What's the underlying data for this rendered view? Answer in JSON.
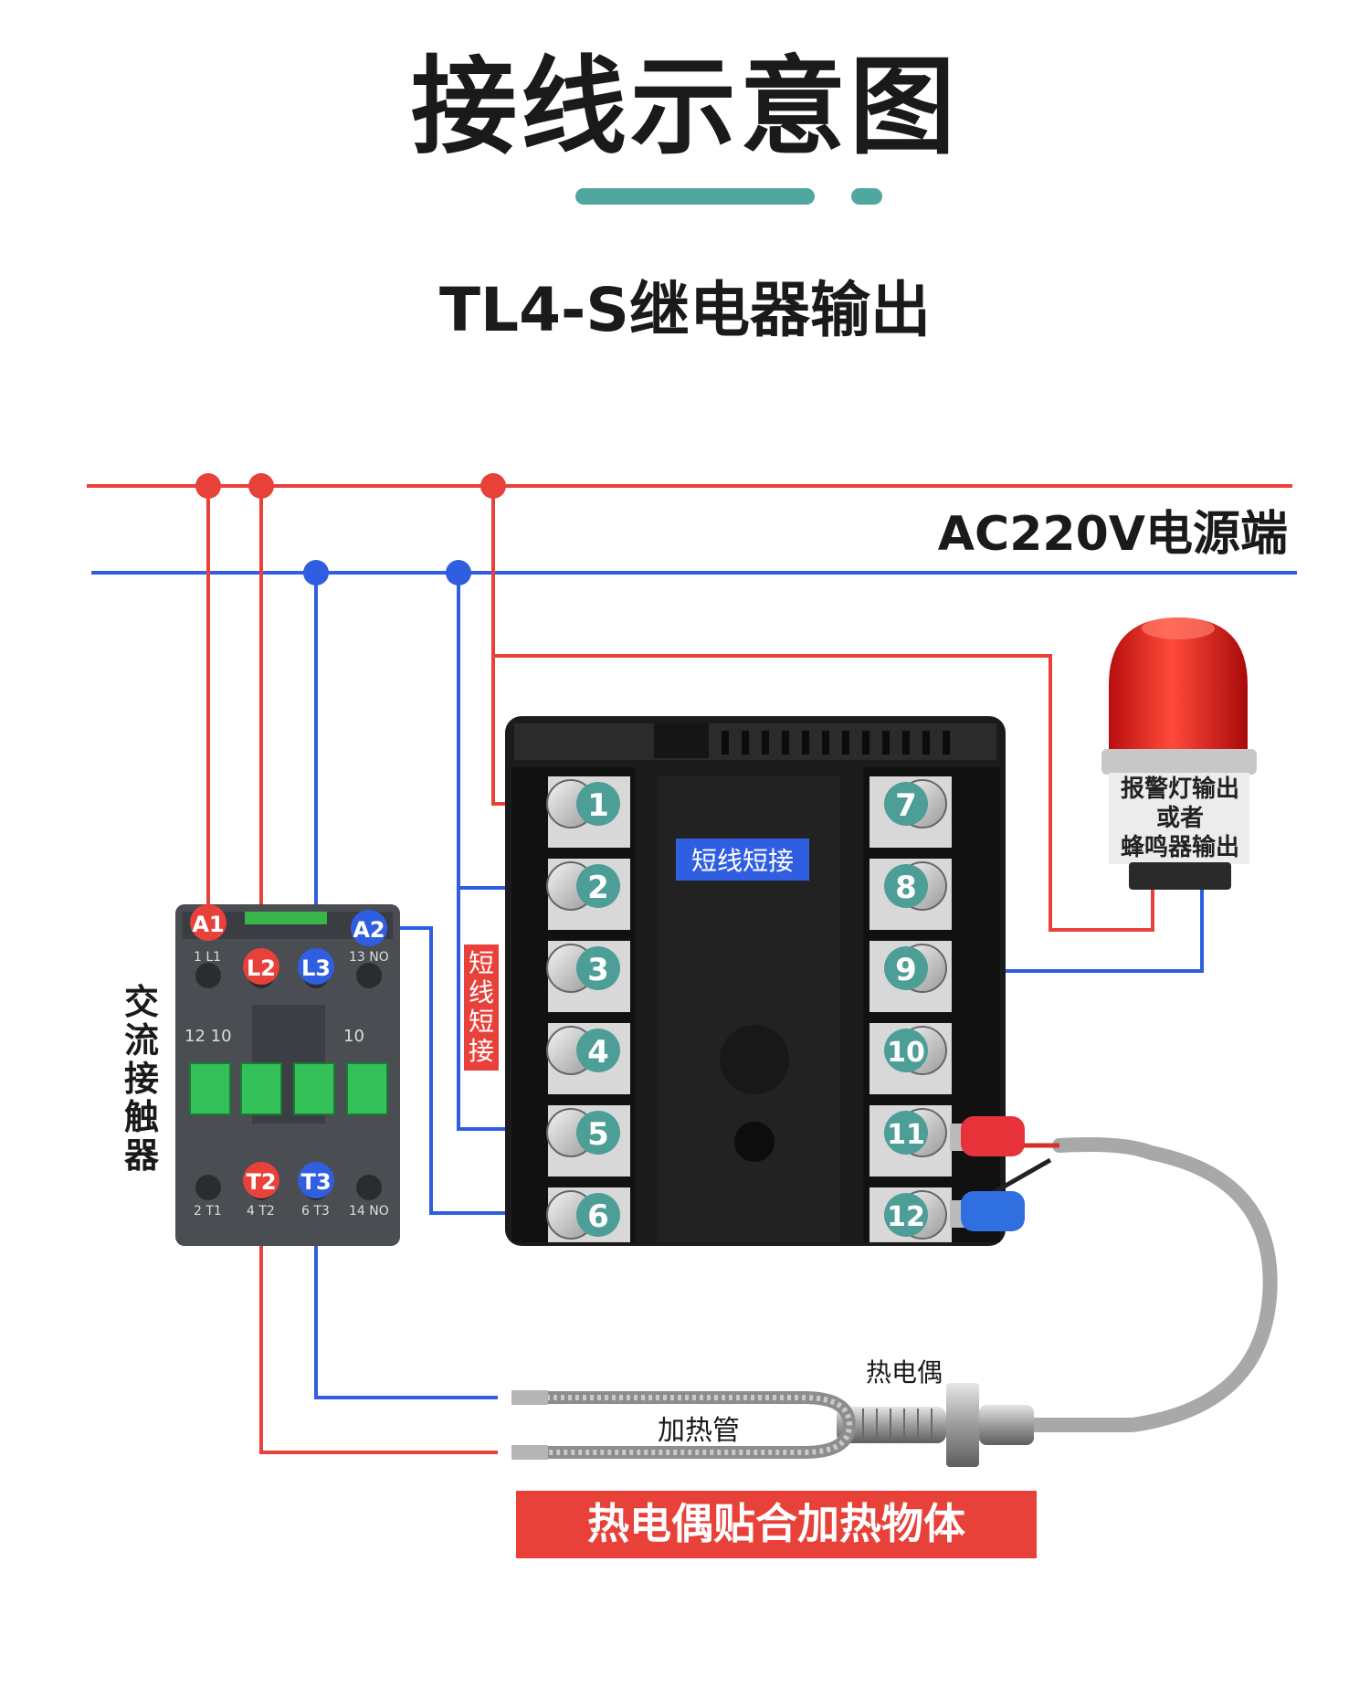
{
  "header": {
    "title": "接线示意图",
    "subtitle": "TL4-S继电器输出"
  },
  "power": {
    "label": "AC220V电源端",
    "live_color": "#e8413a",
    "neutral_color": "#2f5fe0"
  },
  "controller": {
    "left_terminals": [
      "1",
      "2",
      "3",
      "4",
      "5",
      "6"
    ],
    "right_terminals": [
      "7",
      "8",
      "9",
      "10",
      "11",
      "12"
    ],
    "jumper_top": "短线短接",
    "jumper_left": [
      "短",
      "线",
      "短",
      "接"
    ]
  },
  "contactor": {
    "label": [
      "交",
      "流",
      "接",
      "触",
      "器"
    ],
    "coil_a1": "A1",
    "coil_a2": "A2",
    "input_l2": "L2",
    "input_l3": "L3",
    "output_t2": "T2",
    "output_t3": "T3",
    "print_top_left": "1 L1",
    "print_top_right": "13 NO",
    "print_mid_left": "12 10",
    "print_mid_right": "10",
    "print_bottom_left": "2 T1",
    "print_bottom_mid": "4 T2",
    "print_bottom_mid2": "6 T3",
    "print_bottom_right": "14 NO"
  },
  "alarm": {
    "line1": "报警灯输出",
    "line2": "或者",
    "line3": "蜂鸣器输出"
  },
  "heater": {
    "label": "加热管"
  },
  "thermocouple": {
    "label": "热电偶",
    "note": "热电偶贴合加热物体"
  }
}
